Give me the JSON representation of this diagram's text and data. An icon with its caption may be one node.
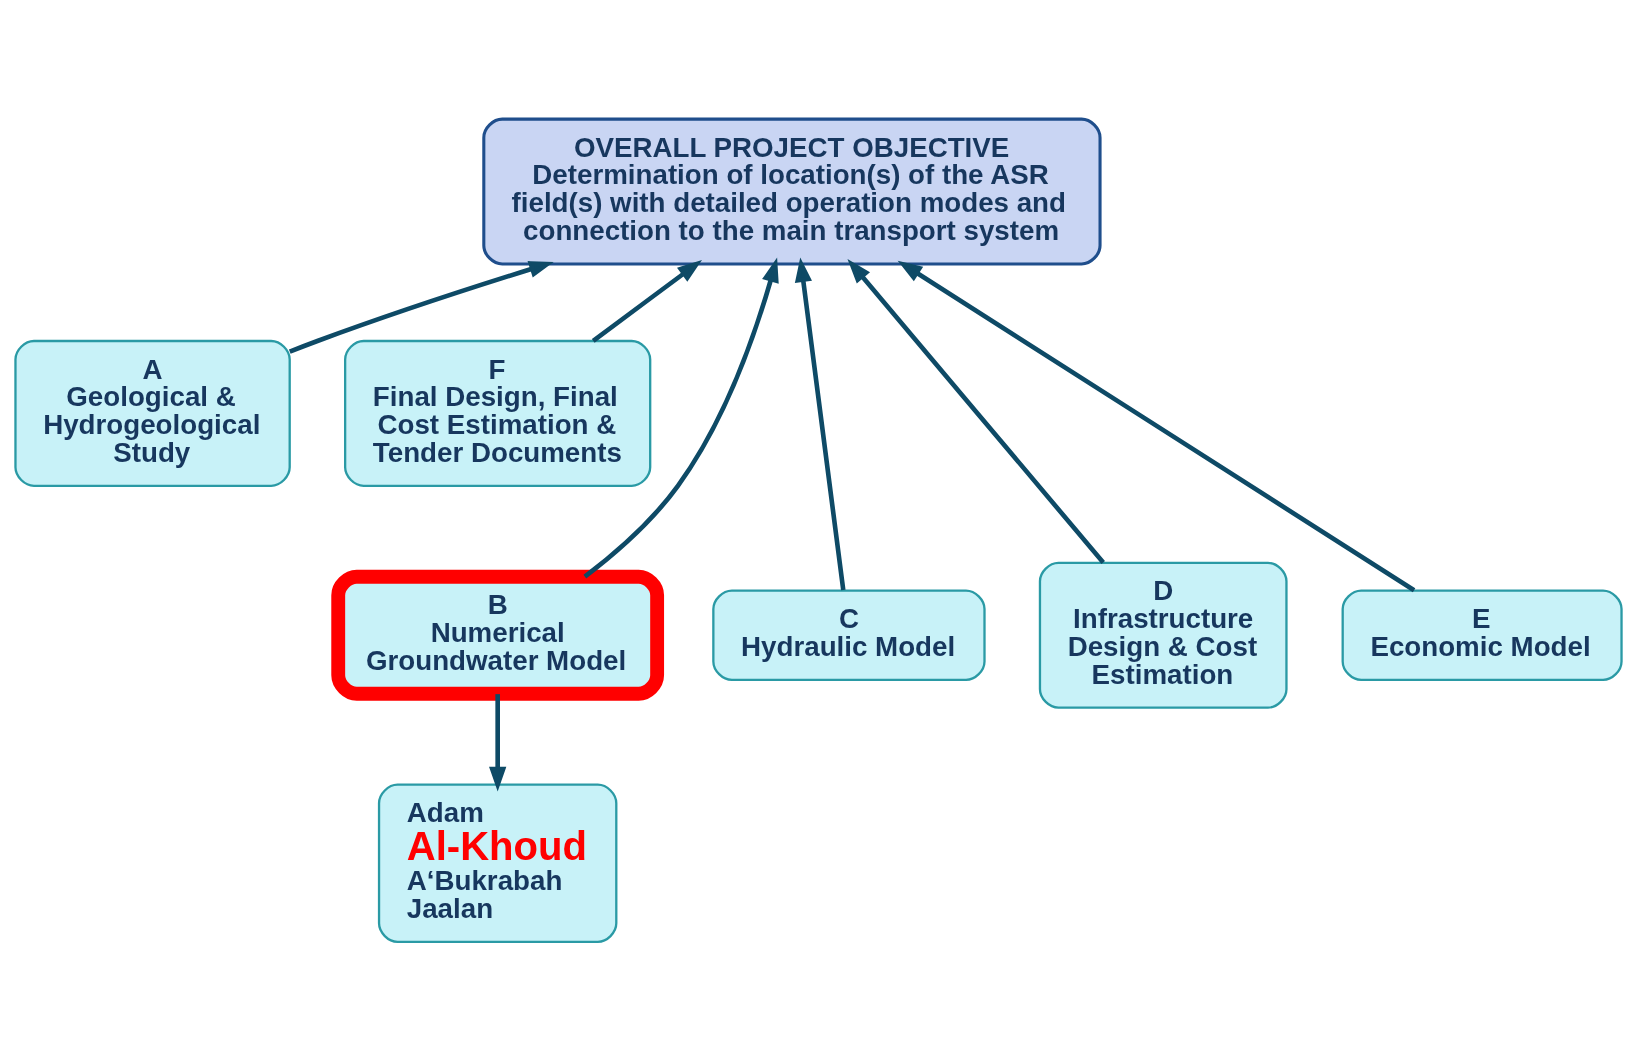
{
  "diagram": {
    "nodes": [
      {
        "text": [
          "OVERALL PROJECT OBJECTIVE",
          "Determination of location(s) of the ASR field(s) with detailed operation modes and connection to the main transport system"
        ]
      },
      {
        "text": [
          "A",
          "Geological & Hydrogeological Study"
        ]
      },
      {
        "text": [
          "F",
          "Final Design, Final Cost Estimation & Tender Documents"
        ]
      },
      {
        "text": [
          "B",
          "Numerical Groundwater Model"
        ]
      },
      {
        "text": [
          "C",
          "Hydraulic Model"
        ]
      },
      {
        "text": [
          "D",
          "Infrastructure Design & Cost Estimation"
        ]
      },
      {
        "text": [
          "E",
          "Economic Model"
        ]
      },
      {
        "text": [
          "Adam",
          "Al-Khoud",
          "A‘Bukrabah",
          "Jaalan"
        ]
      }
    ],
    "edges": [
      {
        "from": 1,
        "to": 0,
        "arrow": "to"
      },
      {
        "from": 3,
        "to": 0,
        "arrow": "to"
      },
      {
        "from": 4,
        "to": 0,
        "arrow": "to"
      },
      {
        "from": 5,
        "to": 0,
        "arrow": "to"
      },
      {
        "from": 6,
        "to": 0,
        "arrow": "to"
      },
      {
        "from": 2,
        "to": 0,
        "arrow": "to"
      },
      {
        "from": 3,
        "to": 7,
        "arrow": "to"
      }
    ]
  }
}
